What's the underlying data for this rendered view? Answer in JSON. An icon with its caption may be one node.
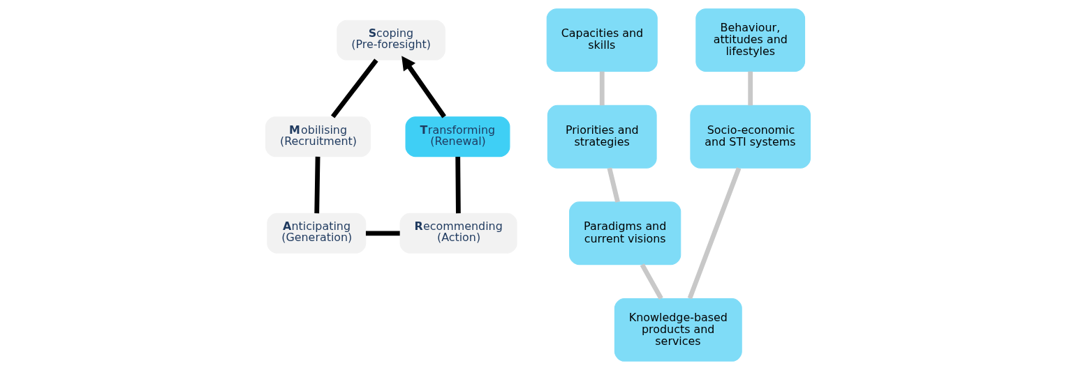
{
  "diagram": {
    "nodes": [
      {
        "text": [
          "**S**coping",
          "(Pre-foresight)"
        ]
      },
      {
        "text": [
          "**M**obilising",
          "(Recruitment)"
        ]
      },
      {
        "text": [
          "**A**nticipating",
          "(Generation)"
        ]
      },
      {
        "text": [
          "**R**ecommending",
          "(Action)"
        ]
      },
      {
        "text": [
          "**T**ransforming",
          "(Renewal)"
        ]
      },
      {
        "text": [
          "Capacities and skills"
        ]
      },
      {
        "text": [
          "Behaviour, attitudes and lifestyles"
        ]
      },
      {
        "text": [
          "Priorities and strategies"
        ]
      },
      {
        "text": [
          "Socio-economic and STI systems"
        ]
      },
      {
        "text": [
          "Paradigms and current visions"
        ]
      },
      {
        "text": [
          "Knowledge-based products and services"
        ]
      }
    ],
    "edges": [
      {
        "from": 0,
        "to": 1,
        "arrow": "none"
      },
      {
        "from": 1,
        "to": 2,
        "arrow": "none"
      },
      {
        "from": 2,
        "to": 3,
        "arrow": "none"
      },
      {
        "from": 3,
        "to": 4,
        "arrow": "none"
      },
      {
        "from": 4,
        "to": 0,
        "arrow": "to"
      },
      {
        "from": 5,
        "to": 7,
        "arrow": "none",
        "color": "#c8c8c8"
      },
      {
        "from": 7,
        "to": 9,
        "arrow": "none",
        "color": "#c8c8c8"
      },
      {
        "from": 9,
        "to": 10,
        "arrow": "none",
        "color": "#c8c8c8"
      },
      {
        "from": 10,
        "to": 8,
        "arrow": "none",
        "color": "#c8c8c8"
      },
      {
        "from": 8,
        "to": 6,
        "arrow": "none",
        "color": "#c8c8c8"
      }
    ]
  }
}
